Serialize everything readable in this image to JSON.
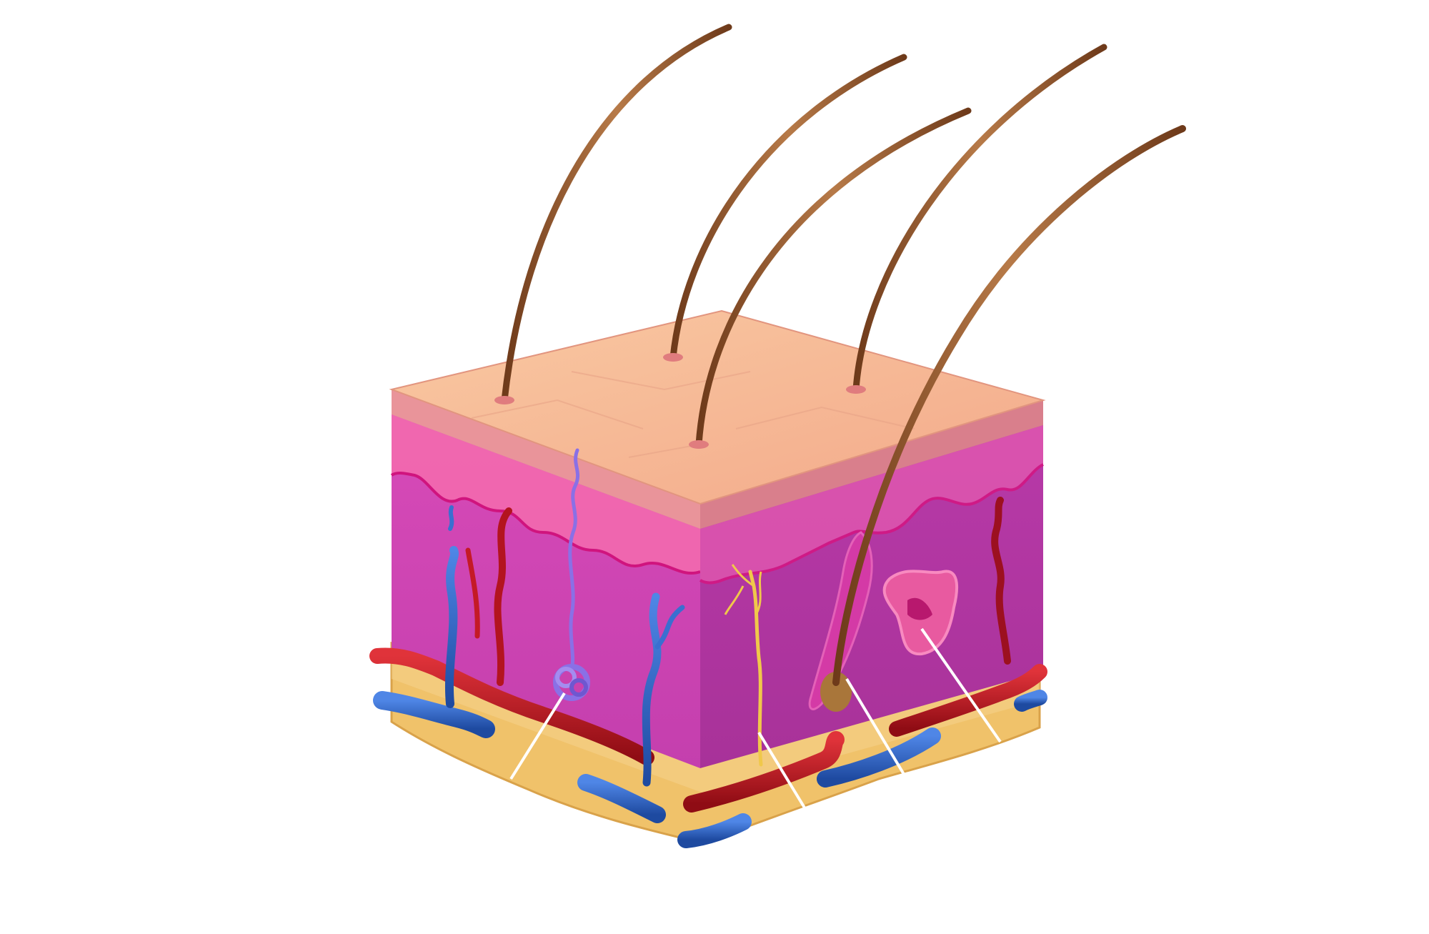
{
  "diagram": {
    "title": "",
    "labels": [],
    "colors": {
      "background": "#ffffff",
      "epidermis_top": "#f6b48e",
      "epidermis_edge": "#e88a8f",
      "dermis": "#cc47b5",
      "dermis_side": "#b23aa6",
      "papillary_layer": "#f06aa8",
      "fat": "#f1c46a",
      "artery": "#c4141e",
      "vein": "#2f63c8",
      "hair": "#8a4f27",
      "sweat_gland": "#8a70e6",
      "nerve": "#f0c84a",
      "sebaceous_gland": "#e85aa0",
      "leader_line": "#ffffff"
    },
    "structures": [
      "hair-shaft",
      "epidermis",
      "dermis",
      "subcutaneous-fat",
      "artery",
      "vein",
      "sweat-gland",
      "nerve-fiber",
      "hair-follicle",
      "sebaceous-gland"
    ]
  }
}
